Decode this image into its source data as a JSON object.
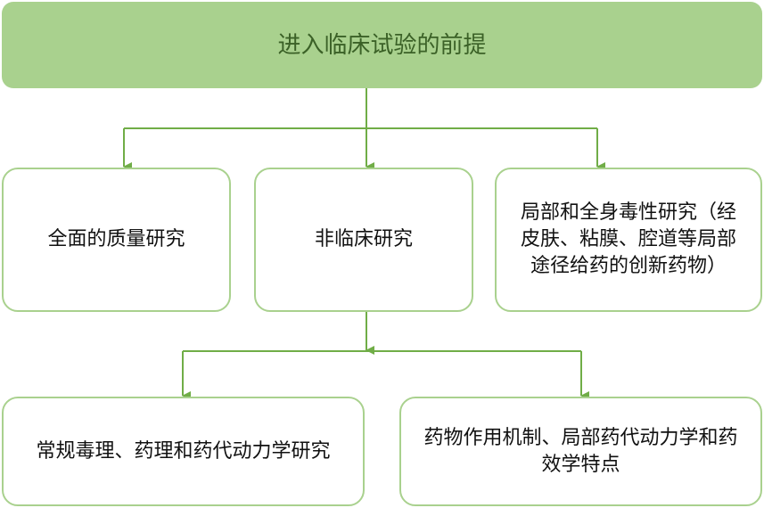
{
  "root": {
    "label": "进入临床试验的前提"
  },
  "level1": [
    {
      "label": "全面的质量研究"
    },
    {
      "label": "非临床研究"
    },
    {
      "label": "局部和全身毒性研究（经皮肤、粘膜、腔道等局部途径给药的创新药物）"
    }
  ],
  "level2": [
    {
      "label": "常规毒理、药理和药代动力学研究"
    },
    {
      "label": "药物作用机制、局部药代动力学和药效学特点"
    }
  ],
  "colors": {
    "fill": "#a9d18e",
    "line": "#70ad47",
    "text": "#3b6127"
  }
}
